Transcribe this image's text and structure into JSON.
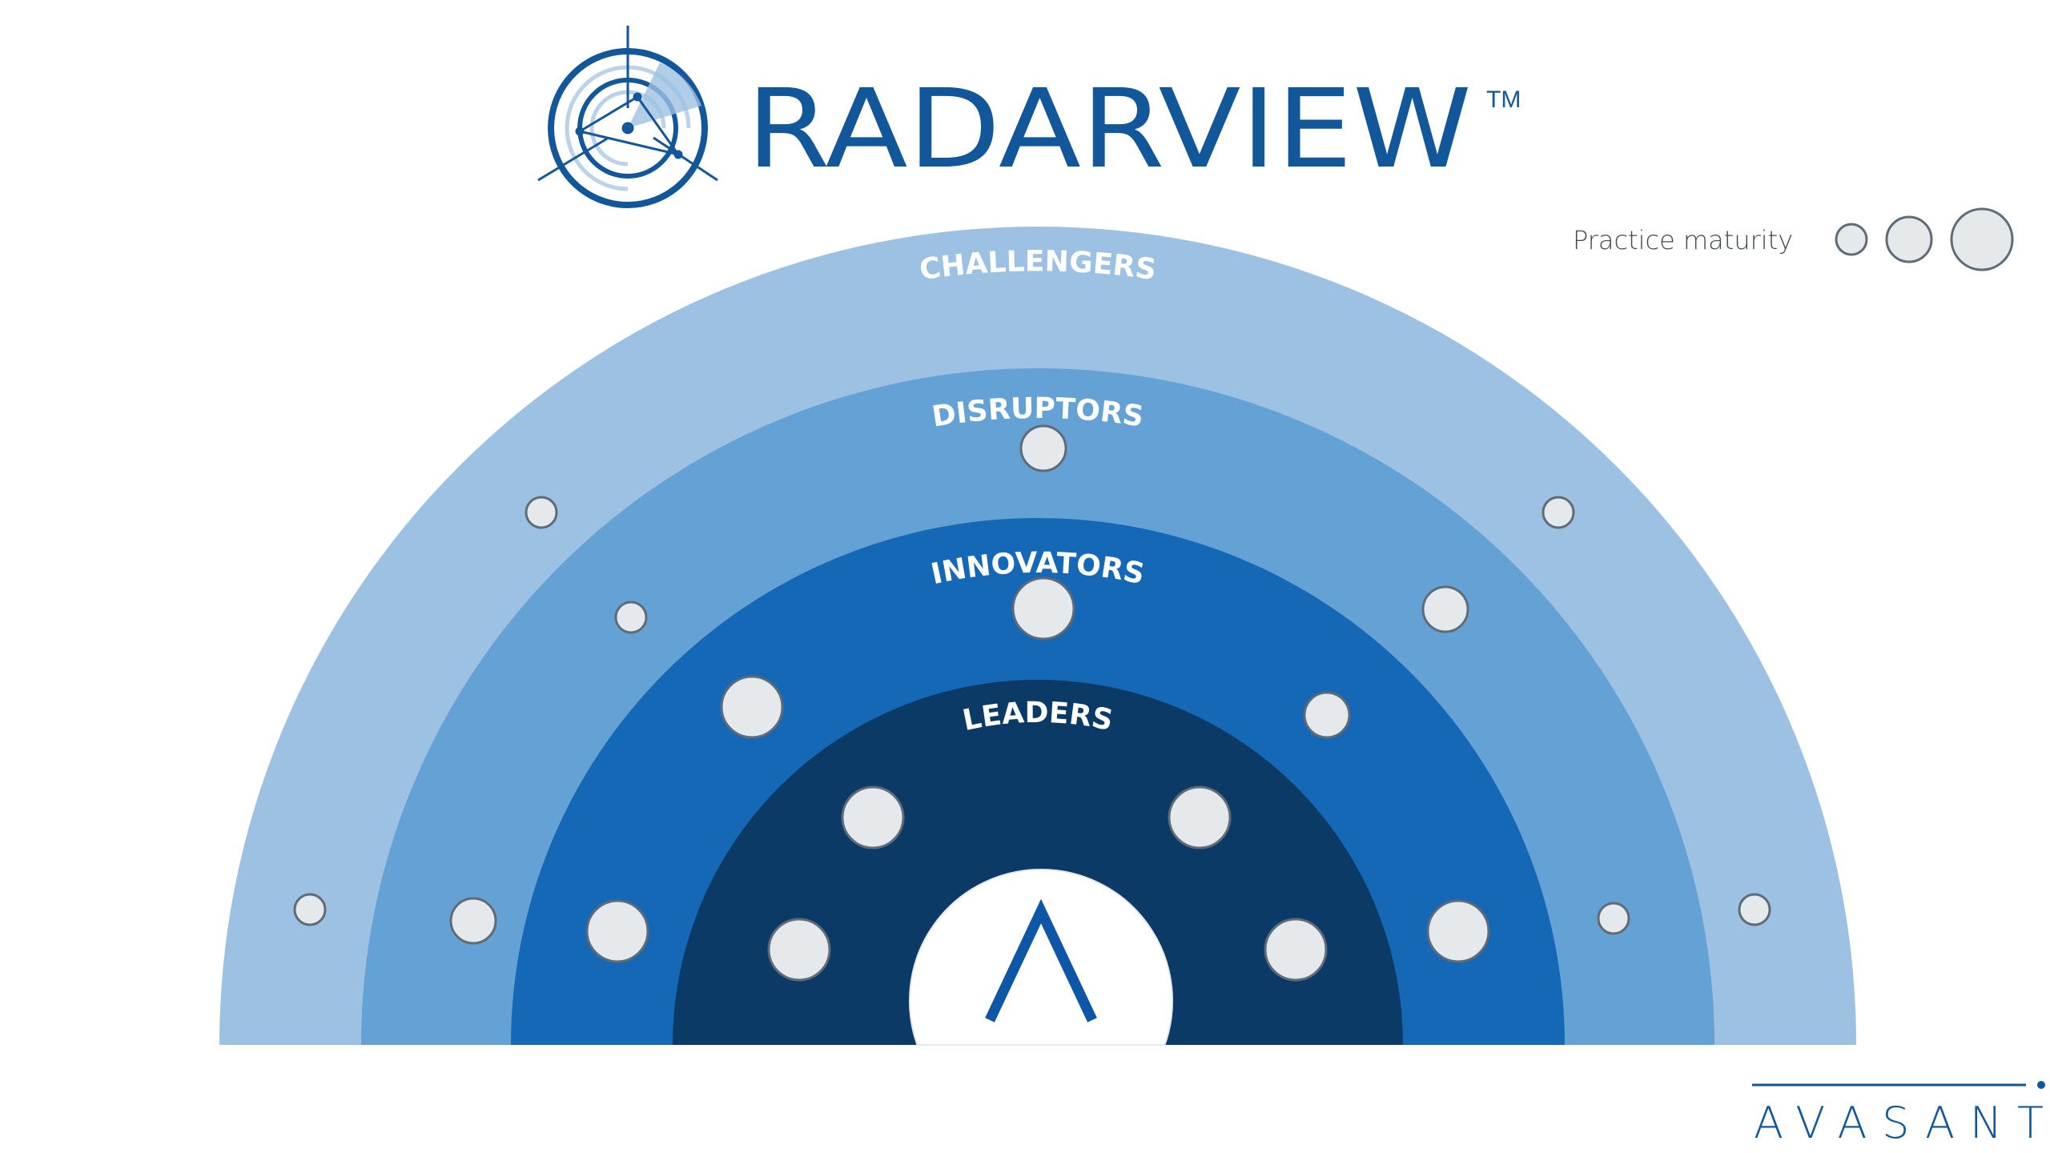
{
  "brand": {
    "title": "RADARVIEW",
    "trademark": "TM",
    "company": "AVASANT",
    "color": "#12579A"
  },
  "legend": {
    "label": "Practice maturity",
    "levels": [
      1,
      2,
      3
    ]
  },
  "rings": [
    {
      "name": "CHALLENGERS",
      "color": "#9DC1E2"
    },
    {
      "name": "DISRUPTORS",
      "color": "#64A1D4"
    },
    {
      "name": "INNOVATORS",
      "color": "#1468B6"
    },
    {
      "name": "LEADERS",
      "color": "#0C3A66"
    }
  ],
  "bubbles": [
    {
      "ring": "DISRUPTORS",
      "maturity": 2
    },
    {
      "ring": "CHALLENGERS",
      "maturity": 1
    },
    {
      "ring": "CHALLENGERS",
      "maturity": 1
    },
    {
      "ring": "DISRUPTORS",
      "maturity": 1
    },
    {
      "ring": "INNOVATORS",
      "maturity": 3
    },
    {
      "ring": "DISRUPTORS",
      "maturity": 2
    },
    {
      "ring": "INNOVATORS",
      "maturity": 3
    },
    {
      "ring": "INNOVATORS",
      "maturity": 2
    },
    {
      "ring": "LEADERS",
      "maturity": 3
    },
    {
      "ring": "LEADERS",
      "maturity": 3
    },
    {
      "ring": "CHALLENGERS",
      "maturity": 1
    },
    {
      "ring": "DISRUPTORS",
      "maturity": 2
    },
    {
      "ring": "INNOVATORS",
      "maturity": 3
    },
    {
      "ring": "LEADERS",
      "maturity": 3
    },
    {
      "ring": "LEADERS",
      "maturity": 3
    },
    {
      "ring": "INNOVATORS",
      "maturity": 3
    },
    {
      "ring": "DISRUPTORS",
      "maturity": 1
    },
    {
      "ring": "CHALLENGERS",
      "maturity": 1
    }
  ],
  "colors": {
    "bubble_fill": "#E6E9EC",
    "bubble_stroke": "#5F6B77",
    "legend_text": "#3F4A55"
  }
}
